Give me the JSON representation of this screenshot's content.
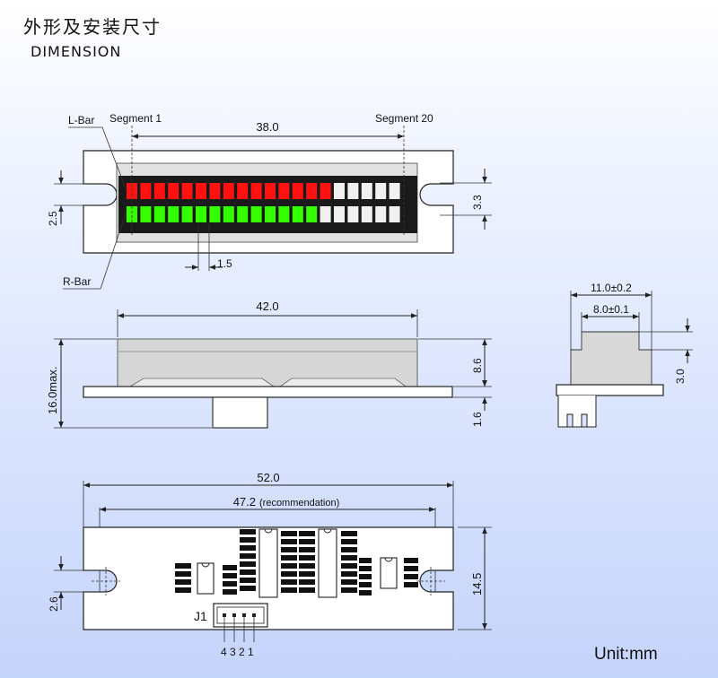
{
  "header": {
    "title_cn": "外形及安装尺寸",
    "title_en": "DIMENSION"
  },
  "labels": {
    "l_bar": "L-Bar",
    "r_bar": "R-Bar",
    "segment1": "Segment 1",
    "segment20": "Segment 20",
    "j1": "J1",
    "pins": "4 3 2 1"
  },
  "dims": {
    "d38": "38.0",
    "d1_5": "1.5",
    "d2_5": "2.5",
    "d3_3": "3.3",
    "d42": "42.0",
    "d16max": "16.0max.",
    "d8_6": "8.6",
    "d1_6": "1.6",
    "d11": "11.0±0.2",
    "d8": "8.0±0.1",
    "d3": "3.0",
    "d52": "52.0",
    "d47": "47.2",
    "recommendation": "(recommendation)",
    "d14_5": "14.5",
    "d2_6": "2.6"
  },
  "display": {
    "segments": 20,
    "l_bar_red": 15,
    "r_bar_green": 14,
    "colors": {
      "red": "#ff1111",
      "green": "#33ff00",
      "off": "#f0f0f0",
      "frame": "#1a1a1a"
    }
  },
  "footer": {
    "unit": "Unit:mm"
  }
}
